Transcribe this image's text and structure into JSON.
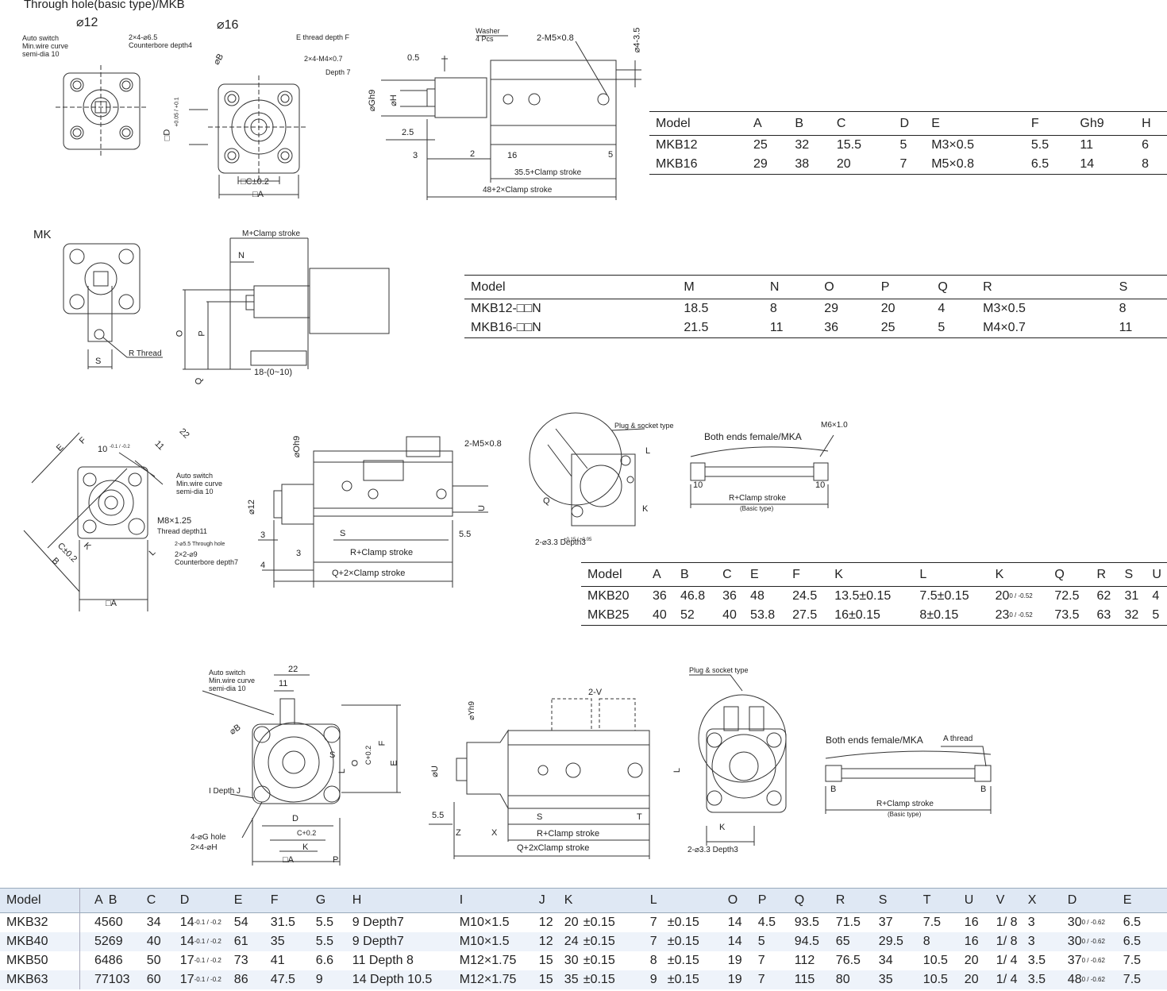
{
  "section1": {
    "title": "Through hole(basic type)/MKB",
    "bore12": "⌀12",
    "bore16": "⌀16",
    "labels": {
      "auto_switch": "Auto switch",
      "min_wire": "Min.wire curve",
      "semi_dia": "semi-dia 10",
      "hole1": "2×4-⌀6.5",
      "counterbore": "Counterbore depth4",
      "e_thread": "E thread depth F",
      "m4": "2×4-M4×0.7",
      "depth7": "Depth 7",
      "phi_b": "⌀B",
      "d_tol": "□D",
      "d_tol_val": "+0.05 / +0.1",
      "c_tol": "□C±0.2",
      "a_sq": "□A",
      "washer": "Washer",
      "washer_pcs": "4 Pcs",
      "m5": "2-M5×0.8",
      "phi4": "⌀4-3.5",
      "d05": "0.5",
      "gh9": "⌀Gh9",
      "phih": "⌀H",
      "d25": "2.5",
      "d3": "3",
      "d2": "2",
      "d16": "16",
      "d5": "5",
      "clamp355": "35.5+Clamp stroke",
      "clamp48": "48+2×Clamp stroke"
    }
  },
  "table1": {
    "headers": [
      "Model",
      "A",
      "B",
      "C",
      "D",
      "E",
      "F",
      "Gh9",
      "H"
    ],
    "rows": [
      [
        "MKB12",
        "25",
        "32",
        "15.5",
        "5",
        "M3×0.5",
        "5.5",
        "11",
        "6"
      ],
      [
        "MKB16",
        "29",
        "38",
        "20",
        "7",
        "M5×0.8",
        "6.5",
        "14",
        "8"
      ]
    ]
  },
  "section2": {
    "title": "MK",
    "labels": {
      "m_clamp": "M+Clamp stroke",
      "n": "N",
      "o": "O",
      "p": "P",
      "q": "Q",
      "r_thread": "R Thread",
      "s": "S",
      "stroke18": "18-(0~10)"
    }
  },
  "table2": {
    "headers": [
      "Model",
      "M",
      "N",
      "O",
      "P",
      "Q",
      "R",
      "S"
    ],
    "rows": [
      [
        "MKB12-□□N",
        "18.5",
        "8",
        "29",
        "20",
        "4",
        "M3×0.5",
        "8"
      ],
      [
        "MKB16-□□N",
        "21.5",
        "11",
        "36",
        "25",
        "5",
        "M4×0.7",
        "11"
      ]
    ]
  },
  "section3": {
    "labels": {
      "e": "E",
      "f": "F",
      "d22": "22",
      "d11": "11",
      "ten_tol": "10",
      "ten_tol_val": "-0.1 / -0.2",
      "auto_switch": "Auto switch",
      "min_wire": "Min.wire curve",
      "semi_dia": "semi-dia 10",
      "m8": "M8×1.25",
      "thread11": "Thread depth11",
      "through": "2-⌀5.5 Through hole",
      "cb9": "2×2-⌀9",
      "cb_depth": "Counterbore depth7",
      "c02": "C±0.2",
      "b": "B",
      "k": "K",
      "l": "L",
      "a_sq": "□A",
      "oh9": "⌀Oh9",
      "phi12": "⌀12",
      "m5": "2-M5×0.8",
      "u": "U",
      "s": "S",
      "d55": "5.5",
      "d3a": "3",
      "d3b": "3",
      "d4": "4",
      "r_clamp": "R+Clamp stroke",
      "q_clamp": "Q+2×Clamp stroke",
      "plug": "Plug & socket type",
      "q": "Q",
      "depth3": "2-⌀3.3 Depth3",
      "depth3_tol": "+0.15 / +0.05",
      "both_ends": "Both ends female/MKA",
      "m6": "M6×1.0",
      "d10a": "10",
      "d10b": "10",
      "r_clamp2": "R+Clamp stroke",
      "basic": "(Basic type)"
    }
  },
  "table3": {
    "headers": [
      "Model",
      "A",
      "B",
      "C",
      "E",
      "F",
      "K",
      "L",
      "K",
      "Q",
      "R",
      "S",
      "U"
    ],
    "rows": [
      [
        "MKB20",
        "36",
        "46.8",
        "36",
        "48",
        "24.5",
        "13.5±0.15",
        "7.5±0.15",
        "20",
        "72.5",
        "62",
        "31",
        "4"
      ],
      [
        "MKB25",
        "40",
        "52",
        "40",
        "53.8",
        "27.5",
        "16±0.15",
        "8±0.15",
        "23",
        "73.5",
        "63",
        "32",
        "5"
      ]
    ],
    "k_tol": "0 / -0.52"
  },
  "section4": {
    "labels": {
      "auto_switch": "Auto switch",
      "min_wire": "Min.wire curve",
      "semi_dia": "semi-dia 10",
      "d22": "22",
      "d11": "11",
      "phib": "⌀B",
      "s": "S",
      "o": "O",
      "c02": "C+0.2",
      "l": "L",
      "f": "F",
      "e": "E",
      "i_depth": "I Depth J",
      "g_hole": "4-⌀G hole",
      "h_hole": "2×4-⌀H",
      "d": "D",
      "c02b": "C+0.2",
      "k": "K",
      "a_sq": "□A",
      "p": "P",
      "yh9": "⌀Yh9",
      "u": "⌀U",
      "v": "2-V",
      "d55": "5.5",
      "z": "Z",
      "x": "X",
      "t": "T",
      "s2": "S",
      "r_clamp": "R+Clamp stroke",
      "q_clamp": "Q+2xClamp stroke",
      "plug": "Plug & socket type",
      "depth3": "2-⌀3.3 Depth3",
      "both_ends": "Both ends female/MKA",
      "a_thread": "A thread",
      "b1": "B",
      "b2": "B",
      "r_clamp2": "R+Clamp stroke",
      "basic": "(Basic type)",
      "l2": "L",
      "k2": "K"
    }
  },
  "table4": {
    "headers": [
      "Model",
      "A",
      "B",
      "C",
      "D",
      "E",
      "F",
      "G",
      "H",
      "I",
      "J",
      "K",
      "",
      "L",
      "",
      "O",
      "P",
      "Q",
      "R",
      "S",
      "T",
      "U",
      "V",
      "X",
      "D",
      "E"
    ],
    "d_tol_a": "-0.1 / -0.2",
    "d2_tol": "0 / -0.62",
    "rows": [
      {
        "model": "MKB32",
        "a": "45",
        "b": "60",
        "c": "34",
        "d": "14",
        "e": "54",
        "f": "31.5",
        "g": "5.5",
        "h": "9 Depth7",
        "i": "M10×1.5",
        "j": "12",
        "k": "20",
        "ktol": "±0.15",
        "l": "7",
        "ltol": "±0.15",
        "o": "14",
        "p": "4.5",
        "q": "93.5",
        "r": "71.5",
        "s": "37",
        "t": "7.5",
        "u": "16",
        "v": "1/ 8",
        "x": "3",
        "d2": "30",
        "e2": "6.5"
      },
      {
        "model": "MKB40",
        "a": "52",
        "b": "69",
        "c": "40",
        "d": "14",
        "e": "61",
        "f": "35",
        "g": "5.5",
        "h": "9 Depth7",
        "i": "M10×1.5",
        "j": "12",
        "k": "24",
        "ktol": "±0.15",
        "l": "7",
        "ltol": "±0.15",
        "o": "14",
        "p": "5",
        "q": "94.5",
        "r": "65",
        "s": "29.5",
        "t": "8",
        "u": "16",
        "v": "1/ 8",
        "x": "3",
        "d2": "30",
        "e2": "6.5"
      },
      {
        "model": "MKB50",
        "a": "64",
        "b": "86",
        "c": "50",
        "d": "17",
        "e": "73",
        "f": "41",
        "g": "6.6",
        "h": "11 Depth 8",
        "i": "M12×1.75",
        "j": "15",
        "k": "30",
        "ktol": "±0.15",
        "l": "8",
        "ltol": "±0.15",
        "o": "19",
        "p": "7",
        "q": "112",
        "r": "76.5",
        "s": "34",
        "t": "10.5",
        "u": "20",
        "v": "1/ 4",
        "x": "3.5",
        "d2": "37",
        "e2": "7.5"
      },
      {
        "model": "MKB63",
        "a": "77",
        "b": "103",
        "c": "60",
        "d": "17",
        "e": "86",
        "f": "47.5",
        "g": "9",
        "h": "14 Depth 10.5",
        "i": "M12×1.75",
        "j": "15",
        "k": "35",
        "ktol": "±0.15",
        "l": "9",
        "ltol": "±0.15",
        "o": "19",
        "p": "7",
        "q": "115",
        "r": "80",
        "s": "35",
        "t": "10.5",
        "u": "20",
        "v": "1/ 4",
        "x": "3.5",
        "d2": "48",
        "e2": "7.5"
      }
    ]
  }
}
